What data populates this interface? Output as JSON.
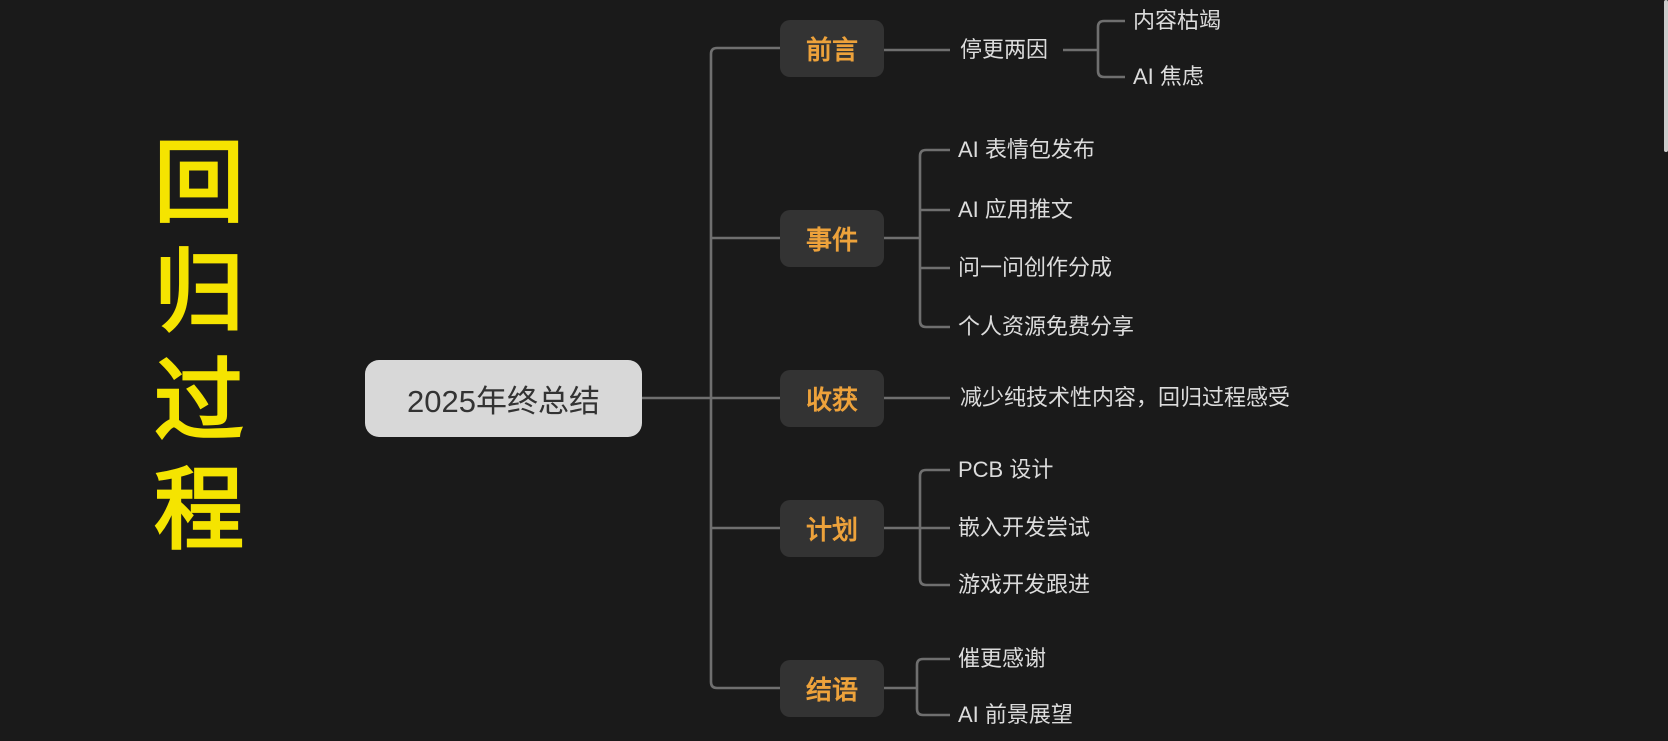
{
  "poster": {
    "title": "回归过程",
    "title_chars": [
      "回",
      "归",
      "过",
      "程"
    ]
  },
  "mindmap": {
    "root": {
      "label": "2025年终总结"
    },
    "branches": [
      {
        "label": "前言",
        "children": [
          {
            "label": "停更两因",
            "children": [
              {
                "label": "内容枯竭"
              },
              {
                "label": "AI 焦虑"
              }
            ]
          }
        ]
      },
      {
        "label": "事件",
        "children": [
          {
            "label": "AI 表情包发布"
          },
          {
            "label": "AI 应用推文"
          },
          {
            "label": "问一问创作分成"
          },
          {
            "label": "个人资源免费分享"
          }
        ]
      },
      {
        "label": "收获",
        "children": [
          {
            "label": "减少纯技术性内容，回归过程感受"
          }
        ]
      },
      {
        "label": "计划",
        "children": [
          {
            "label": "PCB 设计"
          },
          {
            "label": "嵌入开发尝试"
          },
          {
            "label": "游戏开发跟进"
          }
        ]
      },
      {
        "label": "结语",
        "children": [
          {
            "label": "催更感谢"
          },
          {
            "label": "AI 前景展望"
          }
        ]
      }
    ]
  },
  "colors": {
    "background": "#1A1A1A",
    "title_yellow": "#F5E400",
    "branch_orange": "#EDA23B",
    "branch_box": "#333333",
    "root_box": "#D8D8D8",
    "root_text": "#333333",
    "leaf_text": "#DCDCDC",
    "connector_line": "#6F6F6F",
    "scrollbar": "#CDCDCD"
  }
}
